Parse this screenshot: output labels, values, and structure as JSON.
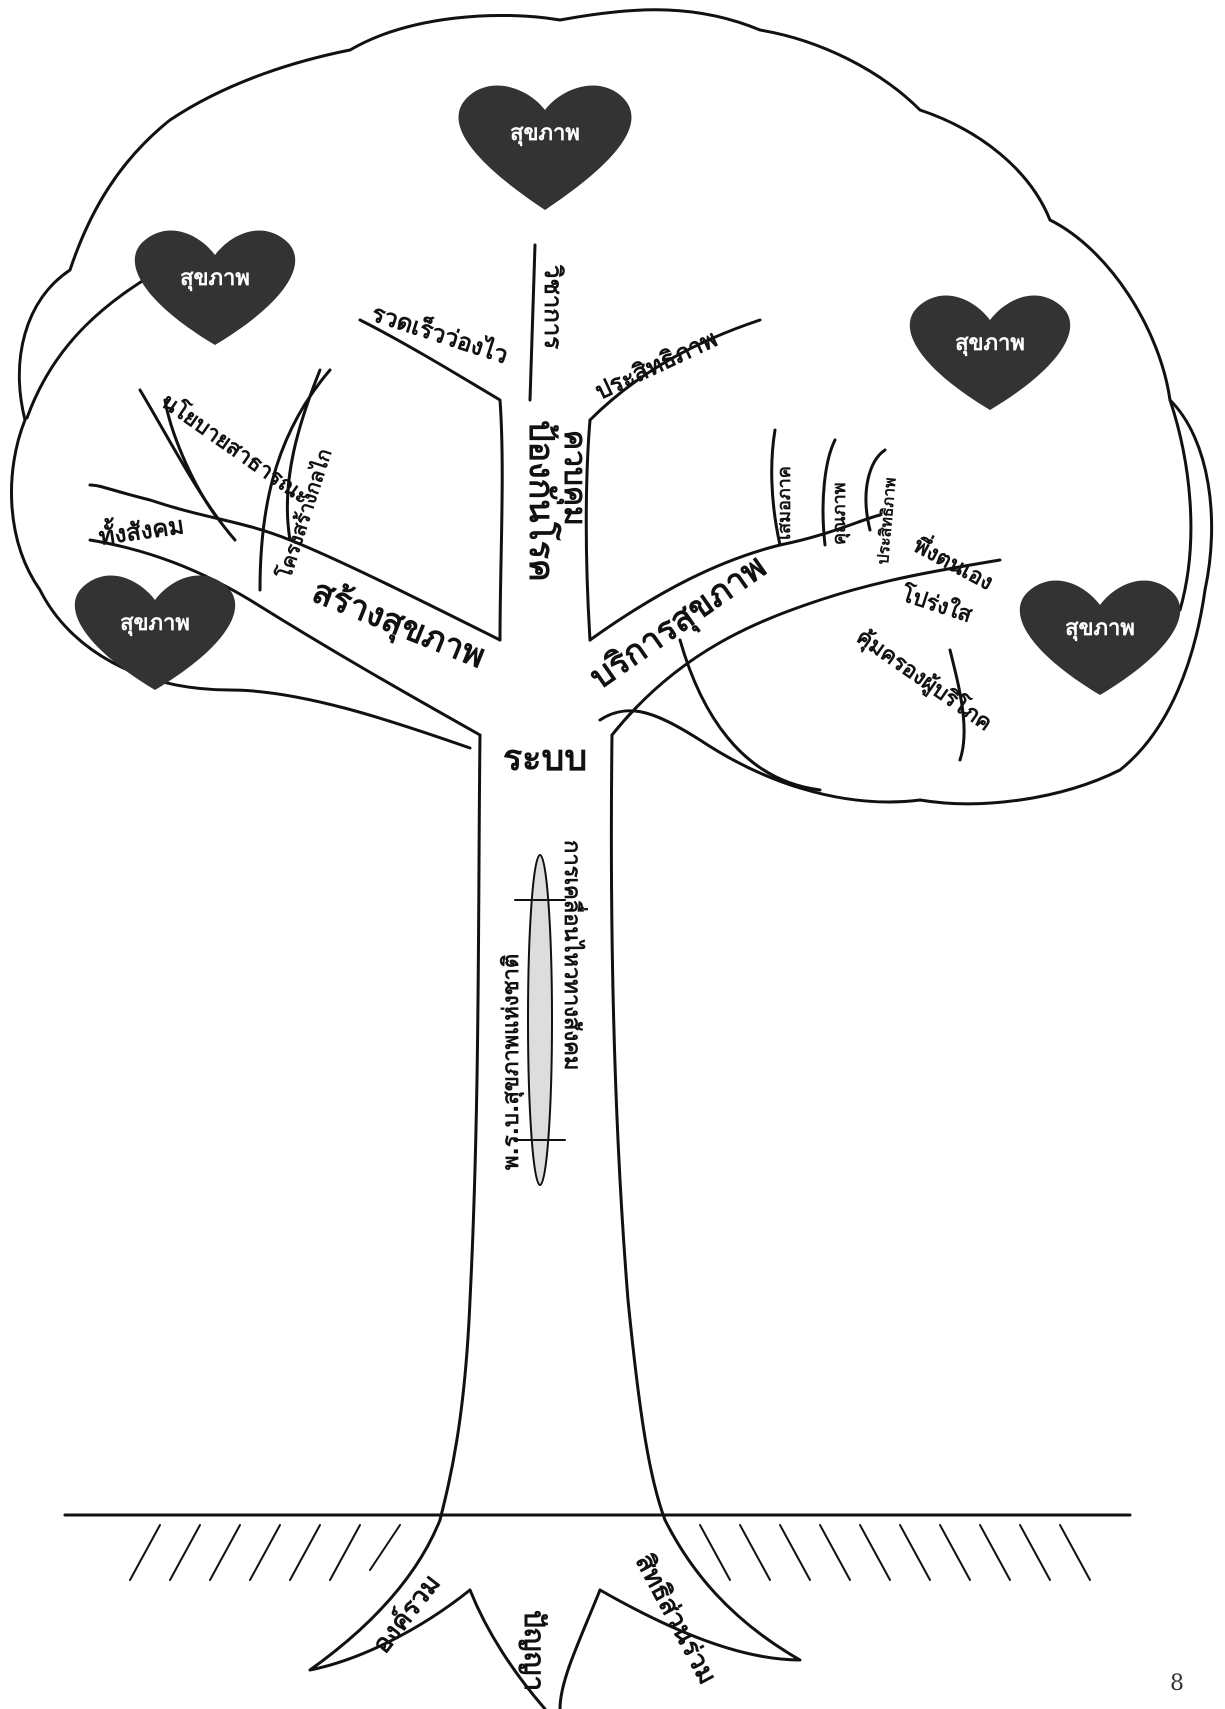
{
  "colors": {
    "line": "#111111",
    "heart": "#333333",
    "heart_text": "#ffffff",
    "background": "#ffffff"
  },
  "hearts": [
    "สุขภาพ",
    "สุขภาพ",
    "สุขภาพ",
    "สุขภาพ",
    "สุขภาพ"
  ],
  "branches": {
    "left_main": "สร้างสุขภาพ",
    "center_main": "ป้องกันโรค",
    "center_sub": "ควบคุม",
    "right_main": "บริการสุขภาพ",
    "left_sub": [
      "ทั้งสังคม",
      "นโยบายสาธารณะ",
      "โครงสร้างกลไก"
    ],
    "top_sub": [
      "รวดเร็วว่องไว",
      "วิชาการ",
      "ประสิทธิภาพ"
    ],
    "right_sub": [
      "เสมอภาค",
      "คุณภาพ",
      "ประสิทธิภาพ",
      "พึ่งตนเอง",
      "โปร่งใส",
      "คุ้มครองผู้บริโภค"
    ]
  },
  "trunk": {
    "label": "ระบบ",
    "left_text": "พ.ร.บ.สุขภาพแห่งชาติ",
    "right_text": "การเคลื่อนไหวทางสังคม"
  },
  "roots": [
    "องค์รวม",
    "ปัญญา",
    "สิทธิส่วนร่วม"
  ],
  "page_number": "8"
}
